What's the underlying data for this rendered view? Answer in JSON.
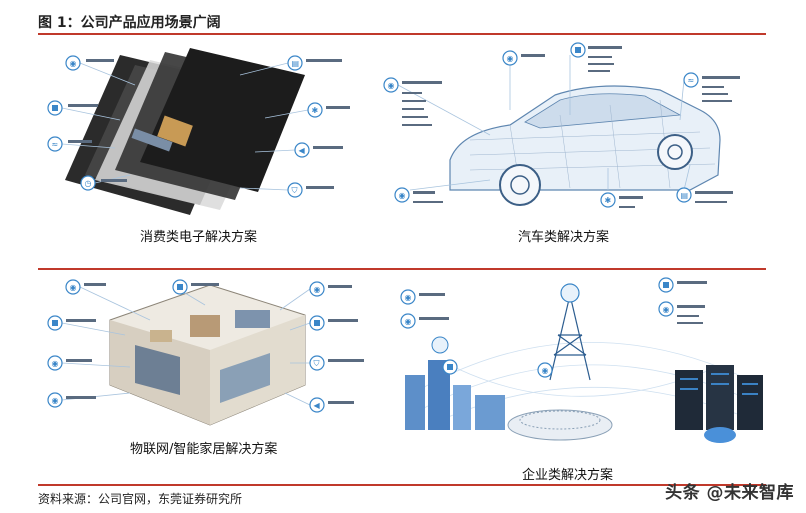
{
  "title": "图 1：公司产品应用场景广阔",
  "captions": {
    "consumer": "消费类电子解决方案",
    "auto": "汽车类解决方案",
    "iot": "物联网/智能家居解决方案",
    "enterprise": "企业类解决方案"
  },
  "source": "资料来源：公司官网，东莞证券研究所",
  "watermark": "头条 @未来智库",
  "icons": {
    "phone_nodes": [
      "wifi-icon",
      "chip-icon",
      "signal-icon",
      "clock-icon",
      "document-icon",
      "bluetooth-icon",
      "speaker-icon",
      "shield-icon"
    ],
    "car_nodes": [
      "wifi-icon",
      "wifi-icon",
      "chip-icon",
      "wifi-icon",
      "document-icon",
      "signal-icon",
      "gear-icon"
    ],
    "home_nodes": [
      "wifi-icon",
      "chip-icon",
      "wifi-icon",
      "wifi-icon",
      "chip-icon",
      "wifi-icon",
      "chip-icon",
      "shield-icon",
      "wifi-icon",
      "speaker-icon"
    ],
    "enterprise_nodes": [
      "wifi-icon",
      "wifi-icon",
      "chip-icon",
      "wifi-icon",
      "chip-icon",
      "wifi-icon"
    ]
  },
  "colors": {
    "rule": "#c0392b",
    "accent": "#3a86c8"
  }
}
